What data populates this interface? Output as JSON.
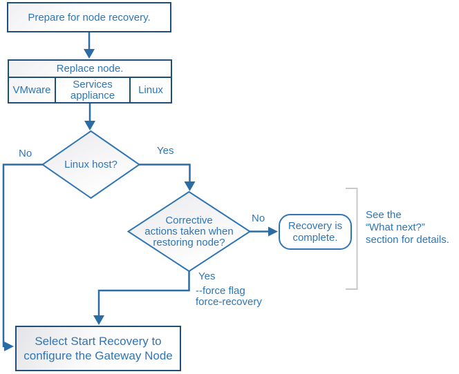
{
  "colors": {
    "line": "#2b6ca4",
    "rectBorder": "#1f4e79",
    "diamondBorder": "#2e75b6",
    "text": "#2e75b6",
    "bracket": "#c8c8c8",
    "background": "#ffffff"
  },
  "nodes": {
    "prepare": {
      "label": "Prepare for node recovery."
    },
    "replace": {
      "title": "Replace node.",
      "options": [
        "VMware",
        "Services\nappliance",
        "Linux"
      ]
    },
    "linux_host": {
      "label": "Linux host?"
    },
    "corrective": {
      "label": "Corrective\nactions taken when\nrestoring node?"
    },
    "recovery_complete": {
      "label": "Recovery is\ncomplete."
    },
    "start_recovery": {
      "label": "Select Start Recovery to\nconfigure the Gateway Node"
    }
  },
  "edge_labels": {
    "linux_no": "No",
    "linux_yes": "Yes",
    "corrective_no": "No",
    "corrective_yes": "Yes",
    "force_note": "--force flag\nforce-recovery"
  },
  "annotations": {
    "what_next": "See the\n“What next?”\nsection for details."
  }
}
